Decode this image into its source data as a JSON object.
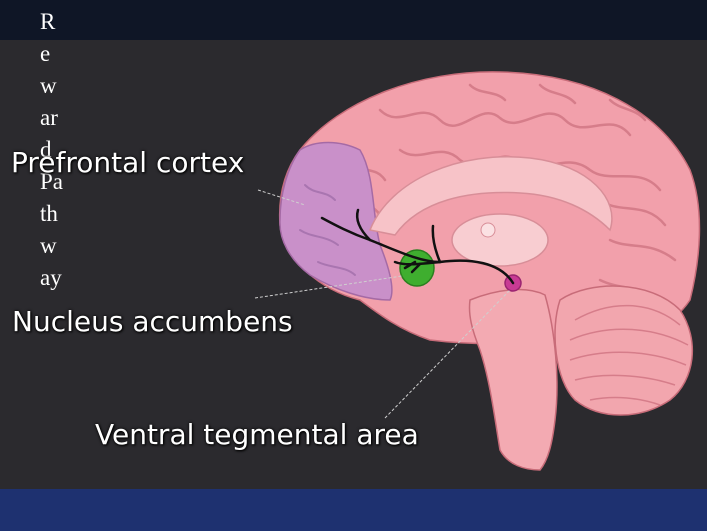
{
  "slide": {
    "title": "Reward Pathway"
  },
  "labels": {
    "prefrontal_cortex": "Prefrontal cortex",
    "nucleus_accumbens": "Nucleus accumbens",
    "ventral_tegmental_area": "Ventral tegmental area"
  },
  "colors": {
    "background": "#2b2a2e",
    "top_band": "#0f1626",
    "bottom_band": "#1e3170",
    "cortex": "#f2a0ab",
    "prefrontal_region": "#c990c9",
    "nucleus_accumbens": "#3fae2f",
    "ventral_tegmental_area": "#c83b94",
    "pathway": "#111111"
  }
}
